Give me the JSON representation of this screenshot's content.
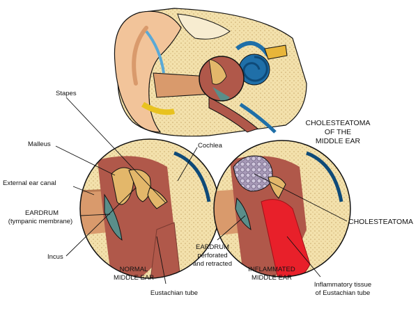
{
  "title": {
    "line1": "CHOLESTEATOMA",
    "line2": "OF THE",
    "line3": "MIDDLE EAR"
  },
  "labels": {
    "stapes": "Stapes",
    "malleus": "Malleus",
    "cochlea": "Cochlea",
    "external_ear_canal": "External ear canal",
    "eardrum": "EARDRUM",
    "tympanic_membrane": "(tympanic membrane)",
    "incus": "Incus",
    "normal_l1": "NORMAL",
    "normal_l2": "MIDDLE EAR",
    "eustachian_tube": "Eustachian tube",
    "eardrum2_l1": "EARDRUM",
    "eardrum2_l2": "perforated",
    "eardrum2_l3": "and retracted",
    "inflamed_l1": "INFLAMMATED",
    "inflamed_l2": "MIDDLE EAR",
    "cholesteatoma": "CHOLESTEATOMA",
    "inflam_tissue_l1": "Inflammatory tissue",
    "inflam_tissue_l2": "of Eustachian tube"
  },
  "colors": {
    "skin": "#f2c49a",
    "skin_dark": "#d99a6c",
    "bone": "#f3e1ac",
    "bone_dot": "#c9a86a",
    "cochlea": "#1f6fa8",
    "tube": "#b0584a",
    "inflamed": "#e8202a",
    "cyst": "#a89ab8",
    "eardrum": "#5a8e8a",
    "line": "#111111"
  }
}
